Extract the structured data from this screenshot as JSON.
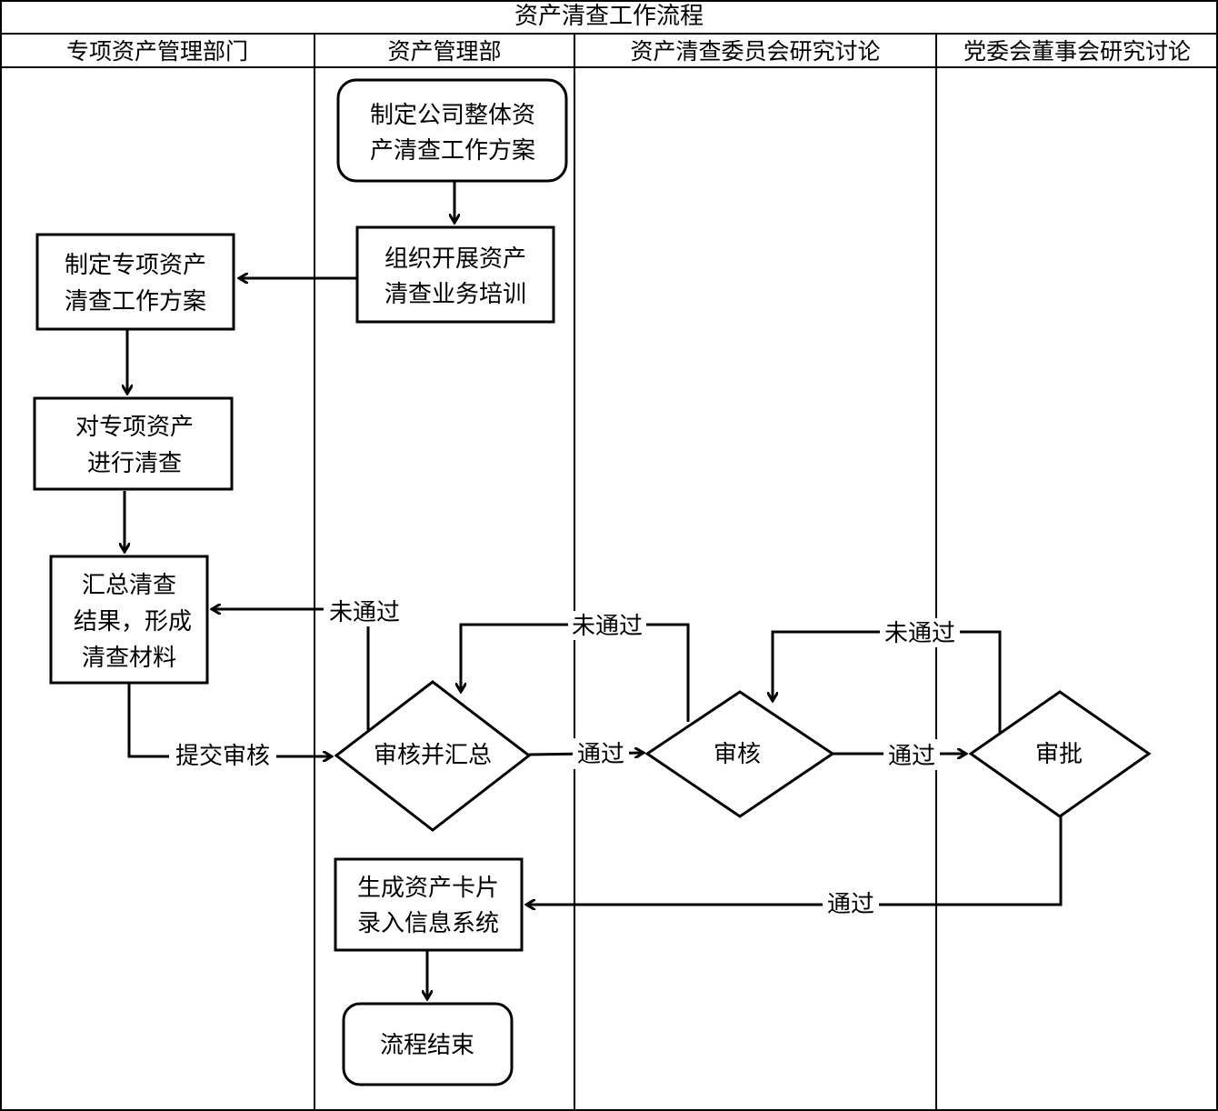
{
  "title": "资产清查工作流程",
  "lanes": [
    {
      "id": "lane-special",
      "label": "专项资产管理部门"
    },
    {
      "id": "lane-asset",
      "label": "资产管理部"
    },
    {
      "id": "lane-committee",
      "label": "资产清查委员会研究讨论"
    },
    {
      "id": "lane-party",
      "label": "党委会董事会研究讨论"
    }
  ],
  "nodes": {
    "start": {
      "type": "rounded",
      "lines": [
        "制定公司整体资",
        "产清查工作方案"
      ]
    },
    "training": {
      "type": "rect",
      "lines": [
        "组织开展资产",
        "清查业务培训"
      ]
    },
    "special_plan": {
      "type": "rect",
      "lines": [
        "制定专项资产",
        "清查工作方案"
      ]
    },
    "inventory": {
      "type": "rect",
      "lines": [
        "对专项资产",
        "进行清查"
      ]
    },
    "summary": {
      "type": "rect",
      "lines": [
        "汇总清查",
        "结果，形成",
        "清查材料"
      ]
    },
    "review_summary": {
      "type": "diamond",
      "lines": [
        "审核并汇总"
      ]
    },
    "review": {
      "type": "diamond",
      "lines": [
        "审核"
      ]
    },
    "approve": {
      "type": "diamond",
      "lines": [
        "审批"
      ]
    },
    "card": {
      "type": "rect",
      "lines": [
        "生成资产卡片",
        "录入信息系统"
      ]
    },
    "end": {
      "type": "rounded",
      "lines": [
        "流程结束"
      ]
    }
  },
  "edge_labels": {
    "submit": "提交审核",
    "reject_1": "未通过",
    "reject_2": "未通过",
    "reject_3": "未通过",
    "pass_1": "通过",
    "pass_2": "通过",
    "pass_3": "通过"
  }
}
